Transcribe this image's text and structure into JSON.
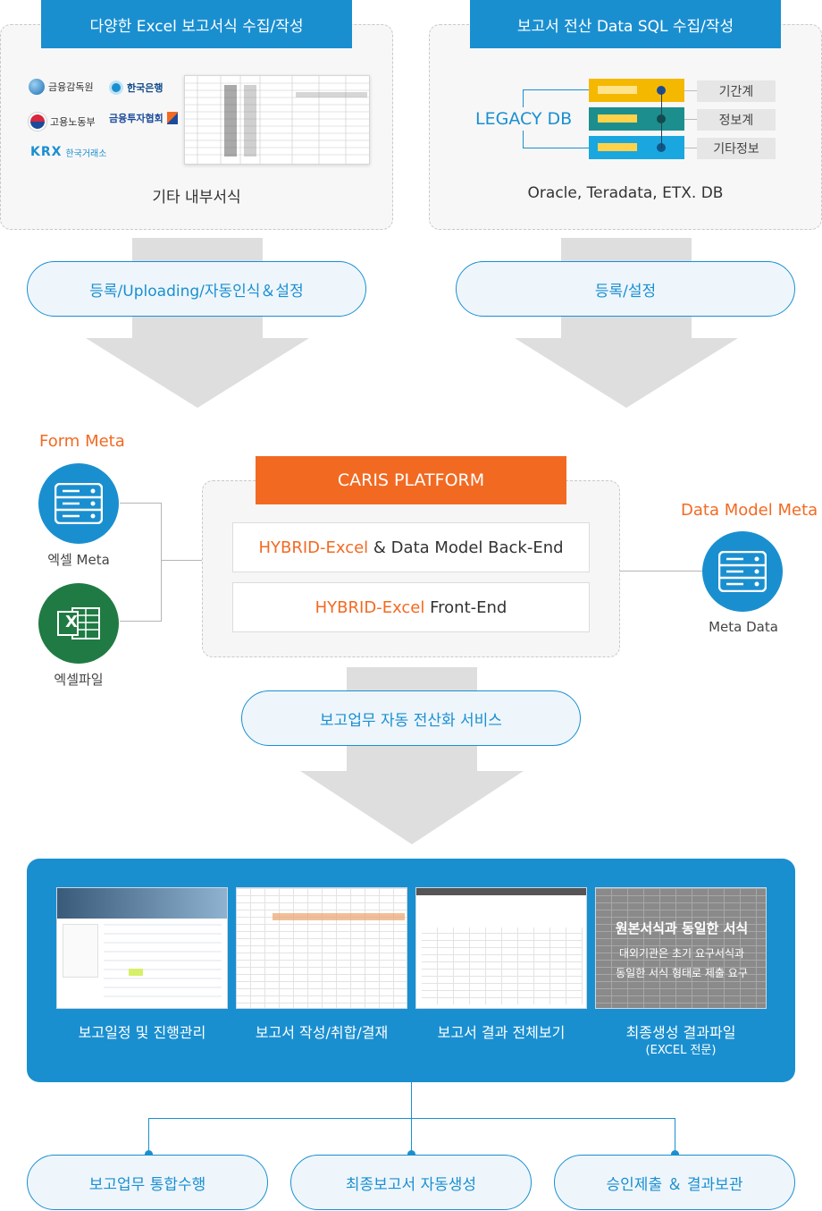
{
  "top_left": {
    "tab": "다양한 Excel 보고서식 수집/작성",
    "logos": [
      "금융감독원",
      "한국은행",
      "고용노동부",
      "금융투자협회",
      "KRX",
      "한국거래소"
    ],
    "caption": "기타 내부서식",
    "pill": "등록/Uploading/자동인식＆설정"
  },
  "top_right": {
    "tab": "보고서 전산 Data SQL 수집/작성",
    "db_label": "LEGACY DB",
    "db_tags": [
      "기간계",
      "정보계",
      "기타정보"
    ],
    "caption": "Oracle, Teradata, ETX. DB",
    "pill": "등록/설정"
  },
  "middle": {
    "form_meta": "Form Meta",
    "excel_meta": "엑셀 Meta",
    "excel_file": "엑셀파일",
    "excel_icon_letter": "X",
    "platform_title": "CARIS PLATFORM",
    "row1_hybrid": "HYBRID-Excel",
    "row1_rest": "& Data Model Back-End",
    "row2_hybrid": "HYBRID-Excel",
    "row2_rest": "Front-End",
    "data_model_meta": "Data Model Meta",
    "meta_data": "Meta Data",
    "pill": "보고업무 자동 전산화 서비스"
  },
  "services": {
    "items": [
      {
        "label": "보고일정 및 진행관리"
      },
      {
        "label": "보고서 작성/취합/결재"
      },
      {
        "label": "보고서 결과 전체보기"
      },
      {
        "label": "최종생성 결과파일",
        "sub": "(EXCEL 전문)"
      }
    ],
    "overlay_title": "원본서식과 동일한 서식",
    "overlay_line1": "대외기관은 초기 요구서식과",
    "overlay_line2": "동일한 서식 형태로 제출 요구"
  },
  "bottom": {
    "pills": [
      "보고업무 통합수행",
      "최종보고서 자동생성",
      "승인제출 ＆ 결과보관"
    ]
  },
  "colors": {
    "blue": "#1a8fd0",
    "orange": "#f26a22",
    "green": "#1f7b43",
    "arrow_gray": "#dedede"
  }
}
